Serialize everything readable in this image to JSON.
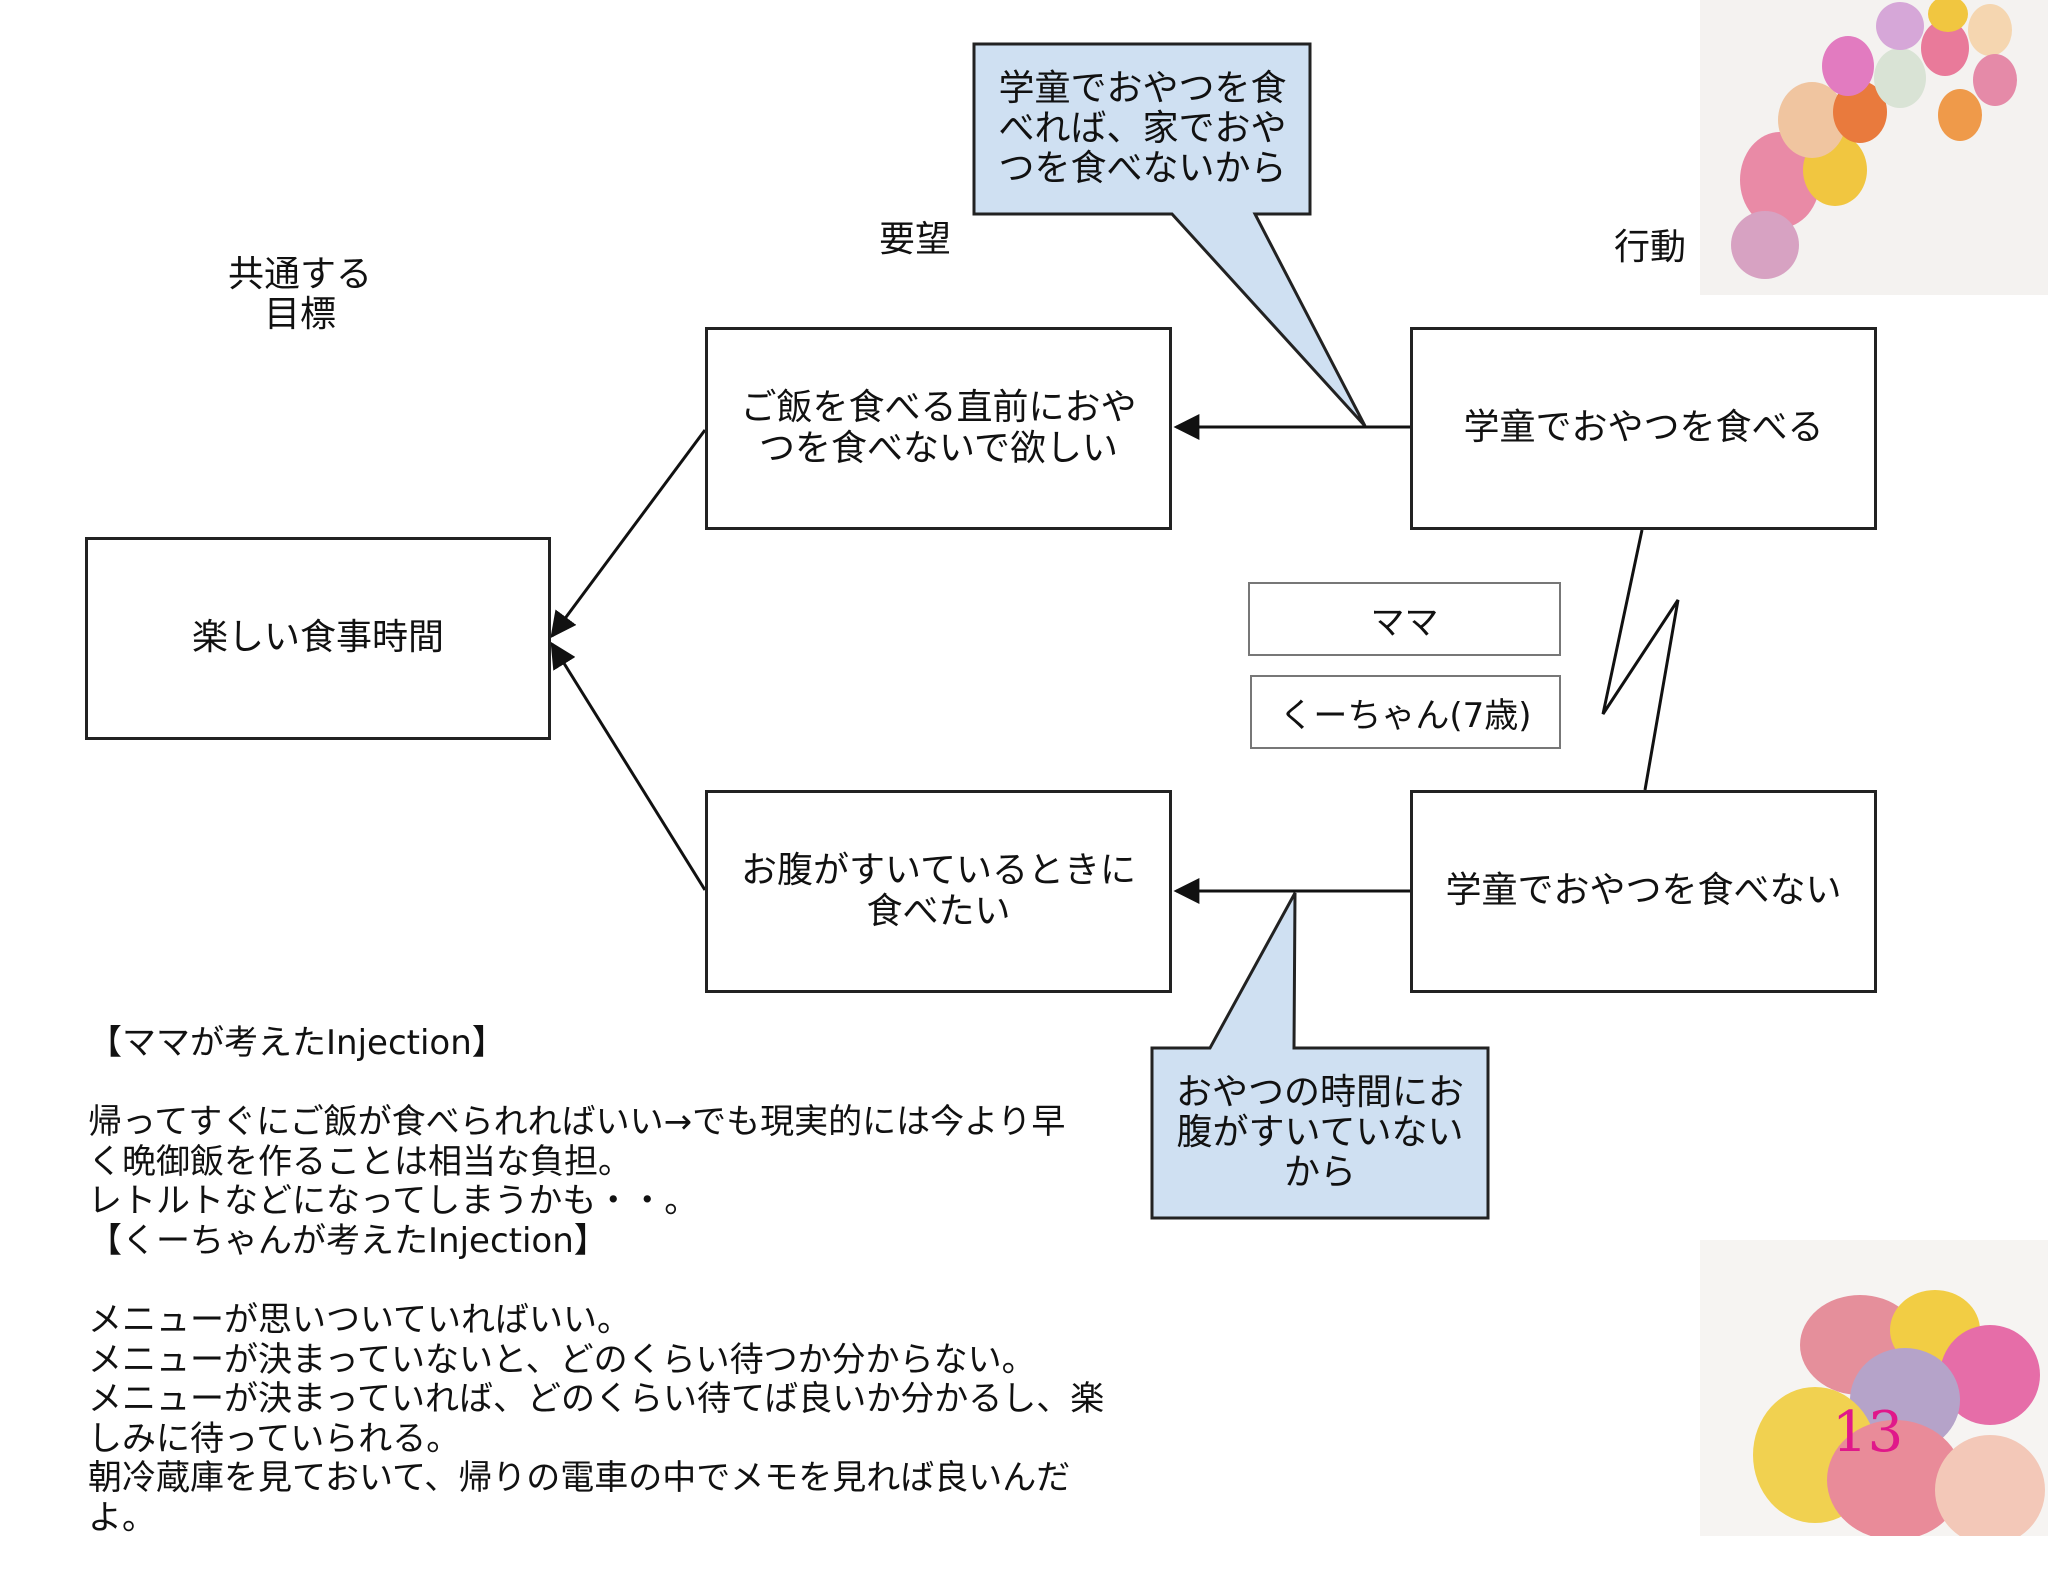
{
  "headers": {
    "goal": "共通する\n目標",
    "wish": "要望",
    "action": "行動"
  },
  "nodes": {
    "goal": "楽しい食事時間",
    "wish_top": "ご飯を食べる直前におやつを食べないで欲しい",
    "wish_bottom": "お腹がすいているときに食べたい",
    "action_top": "学童でおやつを食べる",
    "action_bottom": "学童でおやつを食べない"
  },
  "callouts": {
    "top": "学童でおやつを食べれば、家でおやつを食べないから",
    "bottom": "おやつの時間にお腹がすいていないから"
  },
  "legend": {
    "mama": "ママ",
    "kuchan": "くーちゃん(7歳)"
  },
  "notes": {
    "mama_title": "【ママが考えたInjection】",
    "mama_body": "帰ってすぐにご飯が食べられればいい→でも現実的には今より早く晩御飯を作ることは相当な負担。\nレトルトなどになってしまうかも・・。",
    "kuchan_title": "【くーちゃんが考えたInjection】",
    "kuchan_body": "メニューが思いついていればいい。\nメニューが決まっていないと、どのくらい待つか分からない。\nメニューが決まっていれば、どのくらい待てば良いか分かるし、楽しみに待っていられる。\n朝冷蔵庫を見ておいて、帰りの電車の中でメモを見れば良いんだよ。"
  },
  "page_number": "13",
  "colors": {
    "callout_fill": "#cfe0f2",
    "page_number": "#e0188a"
  },
  "decor": [
    "candy-eggs-top-right",
    "candy-eggs-bottom-right"
  ]
}
